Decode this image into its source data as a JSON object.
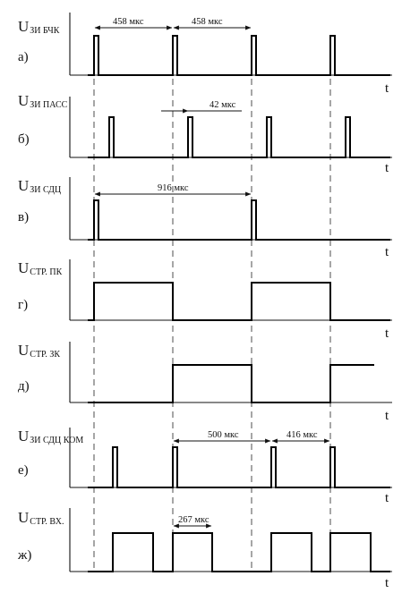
{
  "panels": [
    {
      "letter": "а)",
      "sym": "U",
      "sub": "ЗИ БЧК",
      "t": "t"
    },
    {
      "letter": "б)",
      "sym": "U",
      "sub": "ЗИ ПАСС",
      "t": "t"
    },
    {
      "letter": "в)",
      "sym": "U",
      "sub": "ЗИ СДЦ",
      "t": "t"
    },
    {
      "letter": "г)",
      "sym": "U",
      "sub": "СТР. ПК",
      "t": "t"
    },
    {
      "letter": "д)",
      "sym": "U",
      "sub": "СТР. ЗК",
      "t": "t"
    },
    {
      "letter": "е)",
      "sym": "U",
      "sub": "ЗИ СДЦ КОМ",
      "t": "t"
    },
    {
      "letter": "ж)",
      "sym": "U",
      "sub": "СТР. ВХ.",
      "t": "t"
    }
  ],
  "dimensions": {
    "a1": "458 мкс",
    "a2": "458 мкс",
    "b1": "42 мкс",
    "v1": "916 мкс",
    "e1": "500 мкс",
    "e2": "416 мкс",
    "zh1": "267 мкс"
  }
}
